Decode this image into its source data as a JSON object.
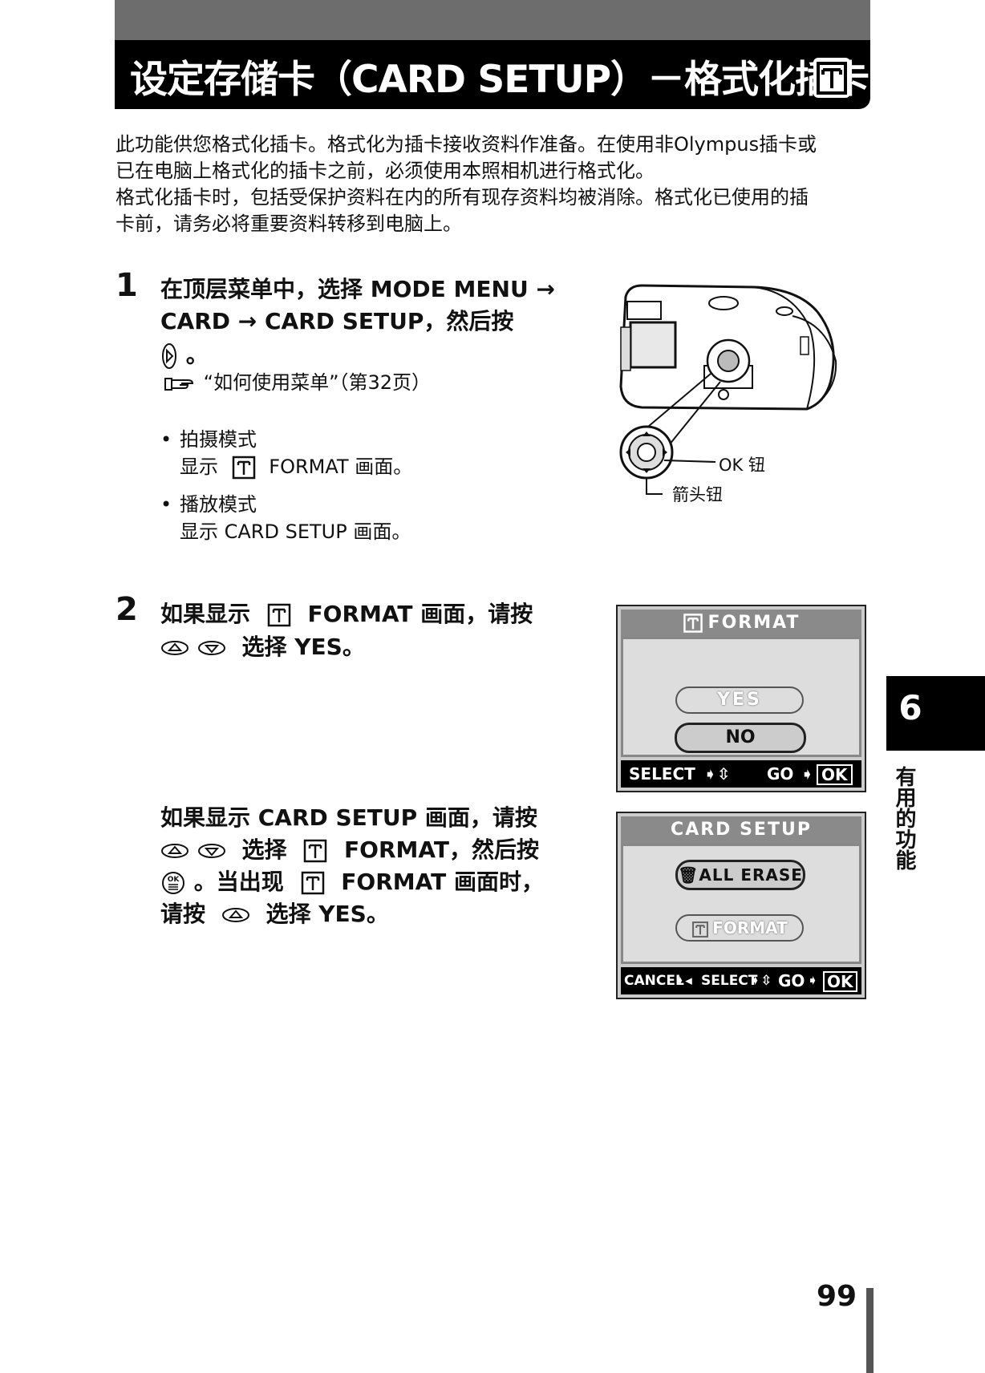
{
  "header": {
    "title": "设定存储卡（CARD SETUP）－格式化插卡"
  },
  "intro": {
    "lines": [
      "此功能供您格式化插卡。格式化为插卡接收资料作准备。在使用非Olympus插卡或",
      "已在电脑上格式化的插卡之前，必须使用本照相机进行格式化。",
      "格式化插卡时，包括受保护资料在内的所有现存资料均被消除。格式化已使用的插",
      "卡前，请务必将重要资料转移到电脑上。"
    ]
  },
  "step1": {
    "number": "1",
    "line1": "在顶层菜单中，选择 MODE MENU →",
    "line2": "CARD → CARD SETUP，然后按",
    "line3": "。",
    "ref": "“如何使用菜单”（第32页）",
    "bullet1_title": "拍摄模式",
    "bullet1_pre": "显示",
    "bullet1_post": "FORMAT 画面。",
    "bullet2_title": "播放模式",
    "bullet2_text": "显示 CARD SETUP 画面。",
    "bullet_mark": "•",
    "ok_label": "OK 钮",
    "arrow_label": "箭头钮"
  },
  "step2": {
    "number": "2",
    "line1a": "如果显示",
    "line1b": "FORMAT 画面，请按",
    "line2": "选择 YES。",
    "sub_line1": "如果显示 CARD SETUP 画面，请按",
    "sub_line2a": "选择",
    "sub_line2b": "FORMAT，然后按",
    "sub_line3a": "。当出现",
    "sub_line3b": "FORMAT 画面时，",
    "sub_line4a": "请按",
    "sub_line4b": "选择 YES。"
  },
  "lcd_format": {
    "title": "FORMAT",
    "yes": "YES",
    "no": "NO",
    "select": "SELECT",
    "go": "GO",
    "ok": "OK"
  },
  "lcd_card_setup": {
    "title": "CARD SETUP",
    "all_erase": "ALL ERASE",
    "format": "FORMAT",
    "cancel": "CANCEL",
    "select": "SELECT",
    "go": "GO",
    "ok": "OK"
  },
  "side_tab": {
    "number": "6",
    "label": "有用的功能"
  },
  "page": {
    "number": "99"
  },
  "colors": {
    "header_bg": "#000000",
    "topbar": "#6d6d6d",
    "lcd_bg": "#cccccc"
  }
}
